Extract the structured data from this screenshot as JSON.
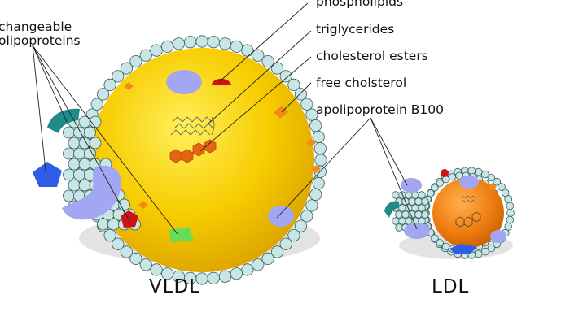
{
  "labels": {
    "exchangeable_line1": "changeable",
    "exchangeable_line2": "olipoproteins",
    "phospholipids": "phospholipids",
    "triglycerides": "triglycerides",
    "cholesterol_esters": "cholesterol esters",
    "free_cholesterol": "free cholsterol",
    "apolipoprotein_b100": "apolipoprotein B100"
  },
  "particles": {
    "vldl": "VLDL",
    "ldl": "LDL"
  },
  "colors": {
    "vldl_core": "#f7c800",
    "ldl_core": "#ef7f12",
    "phospholipid_head": "#c8e6e6",
    "apolipoprotein": "#a3a6f2",
    "apo_b100": "#8f93ee",
    "exchangeable_red": "#cc1414",
    "exchangeable_teal": "#1f8a8a",
    "exchangeable_blue": "#2f5de8",
    "exchangeable_green": "#66dd55",
    "cholesterol_ester": "#e26612",
    "shadow": "#e3e3e3"
  }
}
